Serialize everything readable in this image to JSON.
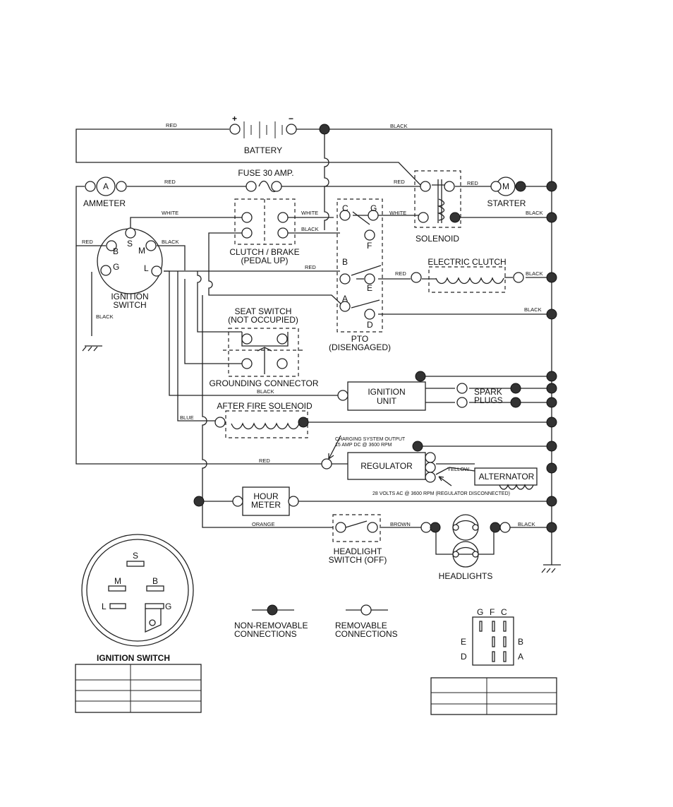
{
  "wire_colors": {
    "red": "RED",
    "black": "BLACK",
    "white": "WHITE",
    "blue": "BLUE",
    "orange": "ORANGE",
    "brown": "BROWN",
    "yellow": "YELLOW"
  },
  "components": {
    "battery": "BATTERY",
    "fuse": "FUSE 30 AMP.",
    "ammeter": "AMMETER",
    "ammeter_symbol": "A",
    "starter": "STARTER",
    "starter_symbol": "M",
    "solenoid": "SOLENOID",
    "clutch_brake_1": "CLUTCH / BRAKE",
    "clutch_brake_2": "(PEDAL UP)",
    "ignition_switch_1": "IGNITION",
    "ignition_switch_2": "SWITCH",
    "electric_clutch": "ELECTRIC CLUTCH",
    "seat_switch_1": "SEAT SWITCH",
    "seat_switch_2": "(NOT OCCUPIED)",
    "pto_1": "PTO",
    "pto_2": "(DISENGAGED)",
    "grounding_connector": "GROUNDING CONNECTOR",
    "ignition_unit_1": "IGNITION",
    "ignition_unit_2": "UNIT",
    "spark_plugs_1": "SPARK",
    "spark_plugs_2": "PLUGS",
    "after_fire": "AFTER FIRE SOLENOID",
    "charging_1": "CHARGING SYSTEM OUTPUT",
    "charging_2": "15 AMP DC @ 3600 RPM",
    "regulator": "REGULATOR",
    "alternator": "ALTERNATOR",
    "alt_note": "28 VOLTS AC @ 3600 RPM (REGULATOR DISCONNECTED)",
    "hour_meter_1": "HOUR",
    "hour_meter_2": "METER",
    "headlight_switch_1": "HEADLIGHT",
    "headlight_switch_2": "SWITCH (OFF)",
    "headlights": "HEADLIGHTS"
  },
  "terminals": {
    "S": "S",
    "M": "M",
    "B": "B",
    "G": "G",
    "L": "L",
    "C": "C",
    "F": "F",
    "E": "E",
    "A": "A",
    "D": "D",
    "plus": "+",
    "minus": "−"
  },
  "legend": {
    "nonremovable_1": "NON-REMOVABLE",
    "nonremovable_2": "CONNECTIONS",
    "removable_1": "REMOVABLE",
    "removable_2": "CONNECTIONS"
  },
  "ignition_detail_title": "IGNITION SWITCH"
}
